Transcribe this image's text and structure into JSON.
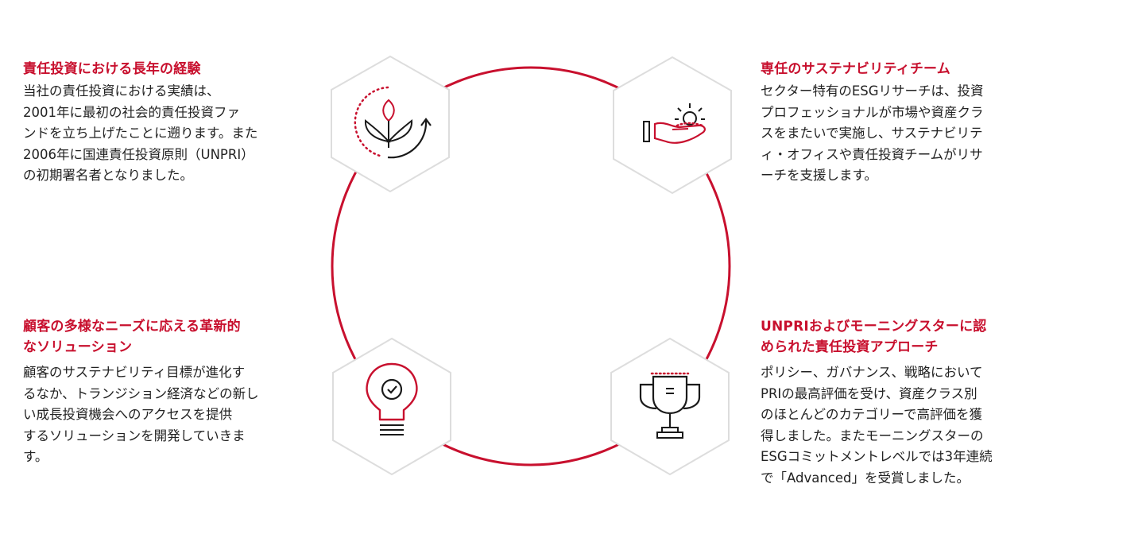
{
  "colors": {
    "accent": "#c8102e",
    "hexagon_border": "#d9d9d9",
    "text": "#222222",
    "icon_dark": "#1a1a1a"
  },
  "items": [
    {
      "title": "責任投資における長年の経験",
      "body": "当社の責任投資における実績は、\n2001年に最初の社会的責任投資ファ\nンドを立ち上げたことに遡ります。また\n2006年に国連責任投資原則（UNPRI）\nの初期署名者となりました。",
      "icon": "plant-growth-icon"
    },
    {
      "title": "専任のサステナビリティチーム",
      "body": "セクター特有のESGリサーチは、投資\nプロフェッショナルが市場や資産クラ\nスをまたいで実施し、サステナビリテ\nィ・オフィスや責任投資チームがリサ\nーチを支援します。",
      "icon": "hand-sun-icon"
    },
    {
      "title": "顧客の多様なニーズに応える革新的\nなソリューション",
      "body": "顧客のサステナビリティ目標が進化す\nるなか、トランジション経済などの新し\nい成長投資機会へのアクセスを提供\nするソリューションを開発していきま\nす。",
      "icon": "lightbulb-check-icon"
    },
    {
      "title": "UNPRIおよびモーニングスターに認\nめられた責任投資アプローチ",
      "body": "ポリシー、ガバナンス、戦略において\nPRIの最高評価を受け、資産クラス別\nのほとんどのカテゴリーで高評価を獲\n得しました。またモーニングスターの\nESGコミットメントレベルでは3年連続\nで「Advanced」を受賞しました。",
      "icon": "trophy-icon"
    }
  ]
}
